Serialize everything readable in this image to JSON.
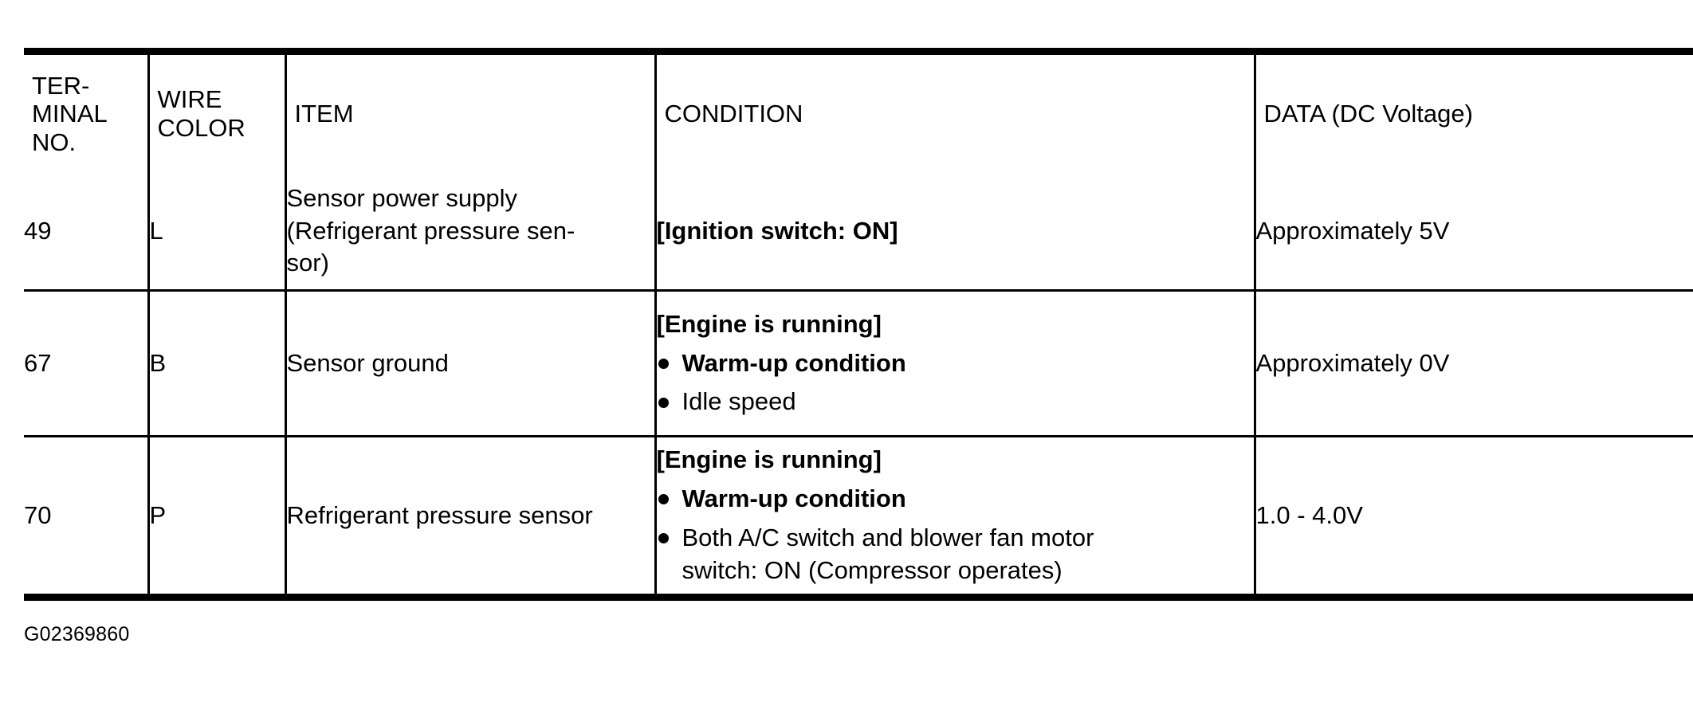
{
  "document": {
    "caption": "G02369860",
    "ink_color": "#000000",
    "background_color": "#ffffff"
  },
  "table": {
    "headers": {
      "terminal_no": [
        "TER-",
        "MINAL",
        "NO."
      ],
      "wire_color": [
        "WIRE",
        "COLOR"
      ],
      "item": [
        "ITEM"
      ],
      "condition": [
        "CONDITION"
      ],
      "data": [
        "DATA (DC Voltage)"
      ]
    },
    "rows": [
      {
        "terminal_no": "49",
        "wire_color": "L",
        "item_lines": [
          "Sensor power supply",
          "(Refrigerant pressure sen-",
          "sor)"
        ],
        "condition_head": "[Ignition switch: ON]",
        "condition_bullets": [],
        "data": "Approximately 5V"
      },
      {
        "terminal_no": "67",
        "wire_color": "B",
        "item_lines": [
          "Sensor ground"
        ],
        "condition_head": "[Engine is running]",
        "condition_bullets": [
          {
            "bold": true,
            "lines": [
              "Warm-up condition"
            ]
          },
          {
            "bold": false,
            "lines": [
              "Idle speed"
            ]
          }
        ],
        "data": "Approximately 0V"
      },
      {
        "terminal_no": "70",
        "wire_color": "P",
        "item_lines": [
          "Refrigerant pressure sensor"
        ],
        "condition_head": "[Engine is running]",
        "condition_bullets": [
          {
            "bold": true,
            "lines": [
              "Warm-up condition"
            ]
          },
          {
            "bold": false,
            "lines": [
              "Both A/C switch and blower fan motor",
              "switch: ON (Compressor operates)"
            ]
          }
        ],
        "data": "1.0 - 4.0V"
      }
    ]
  }
}
